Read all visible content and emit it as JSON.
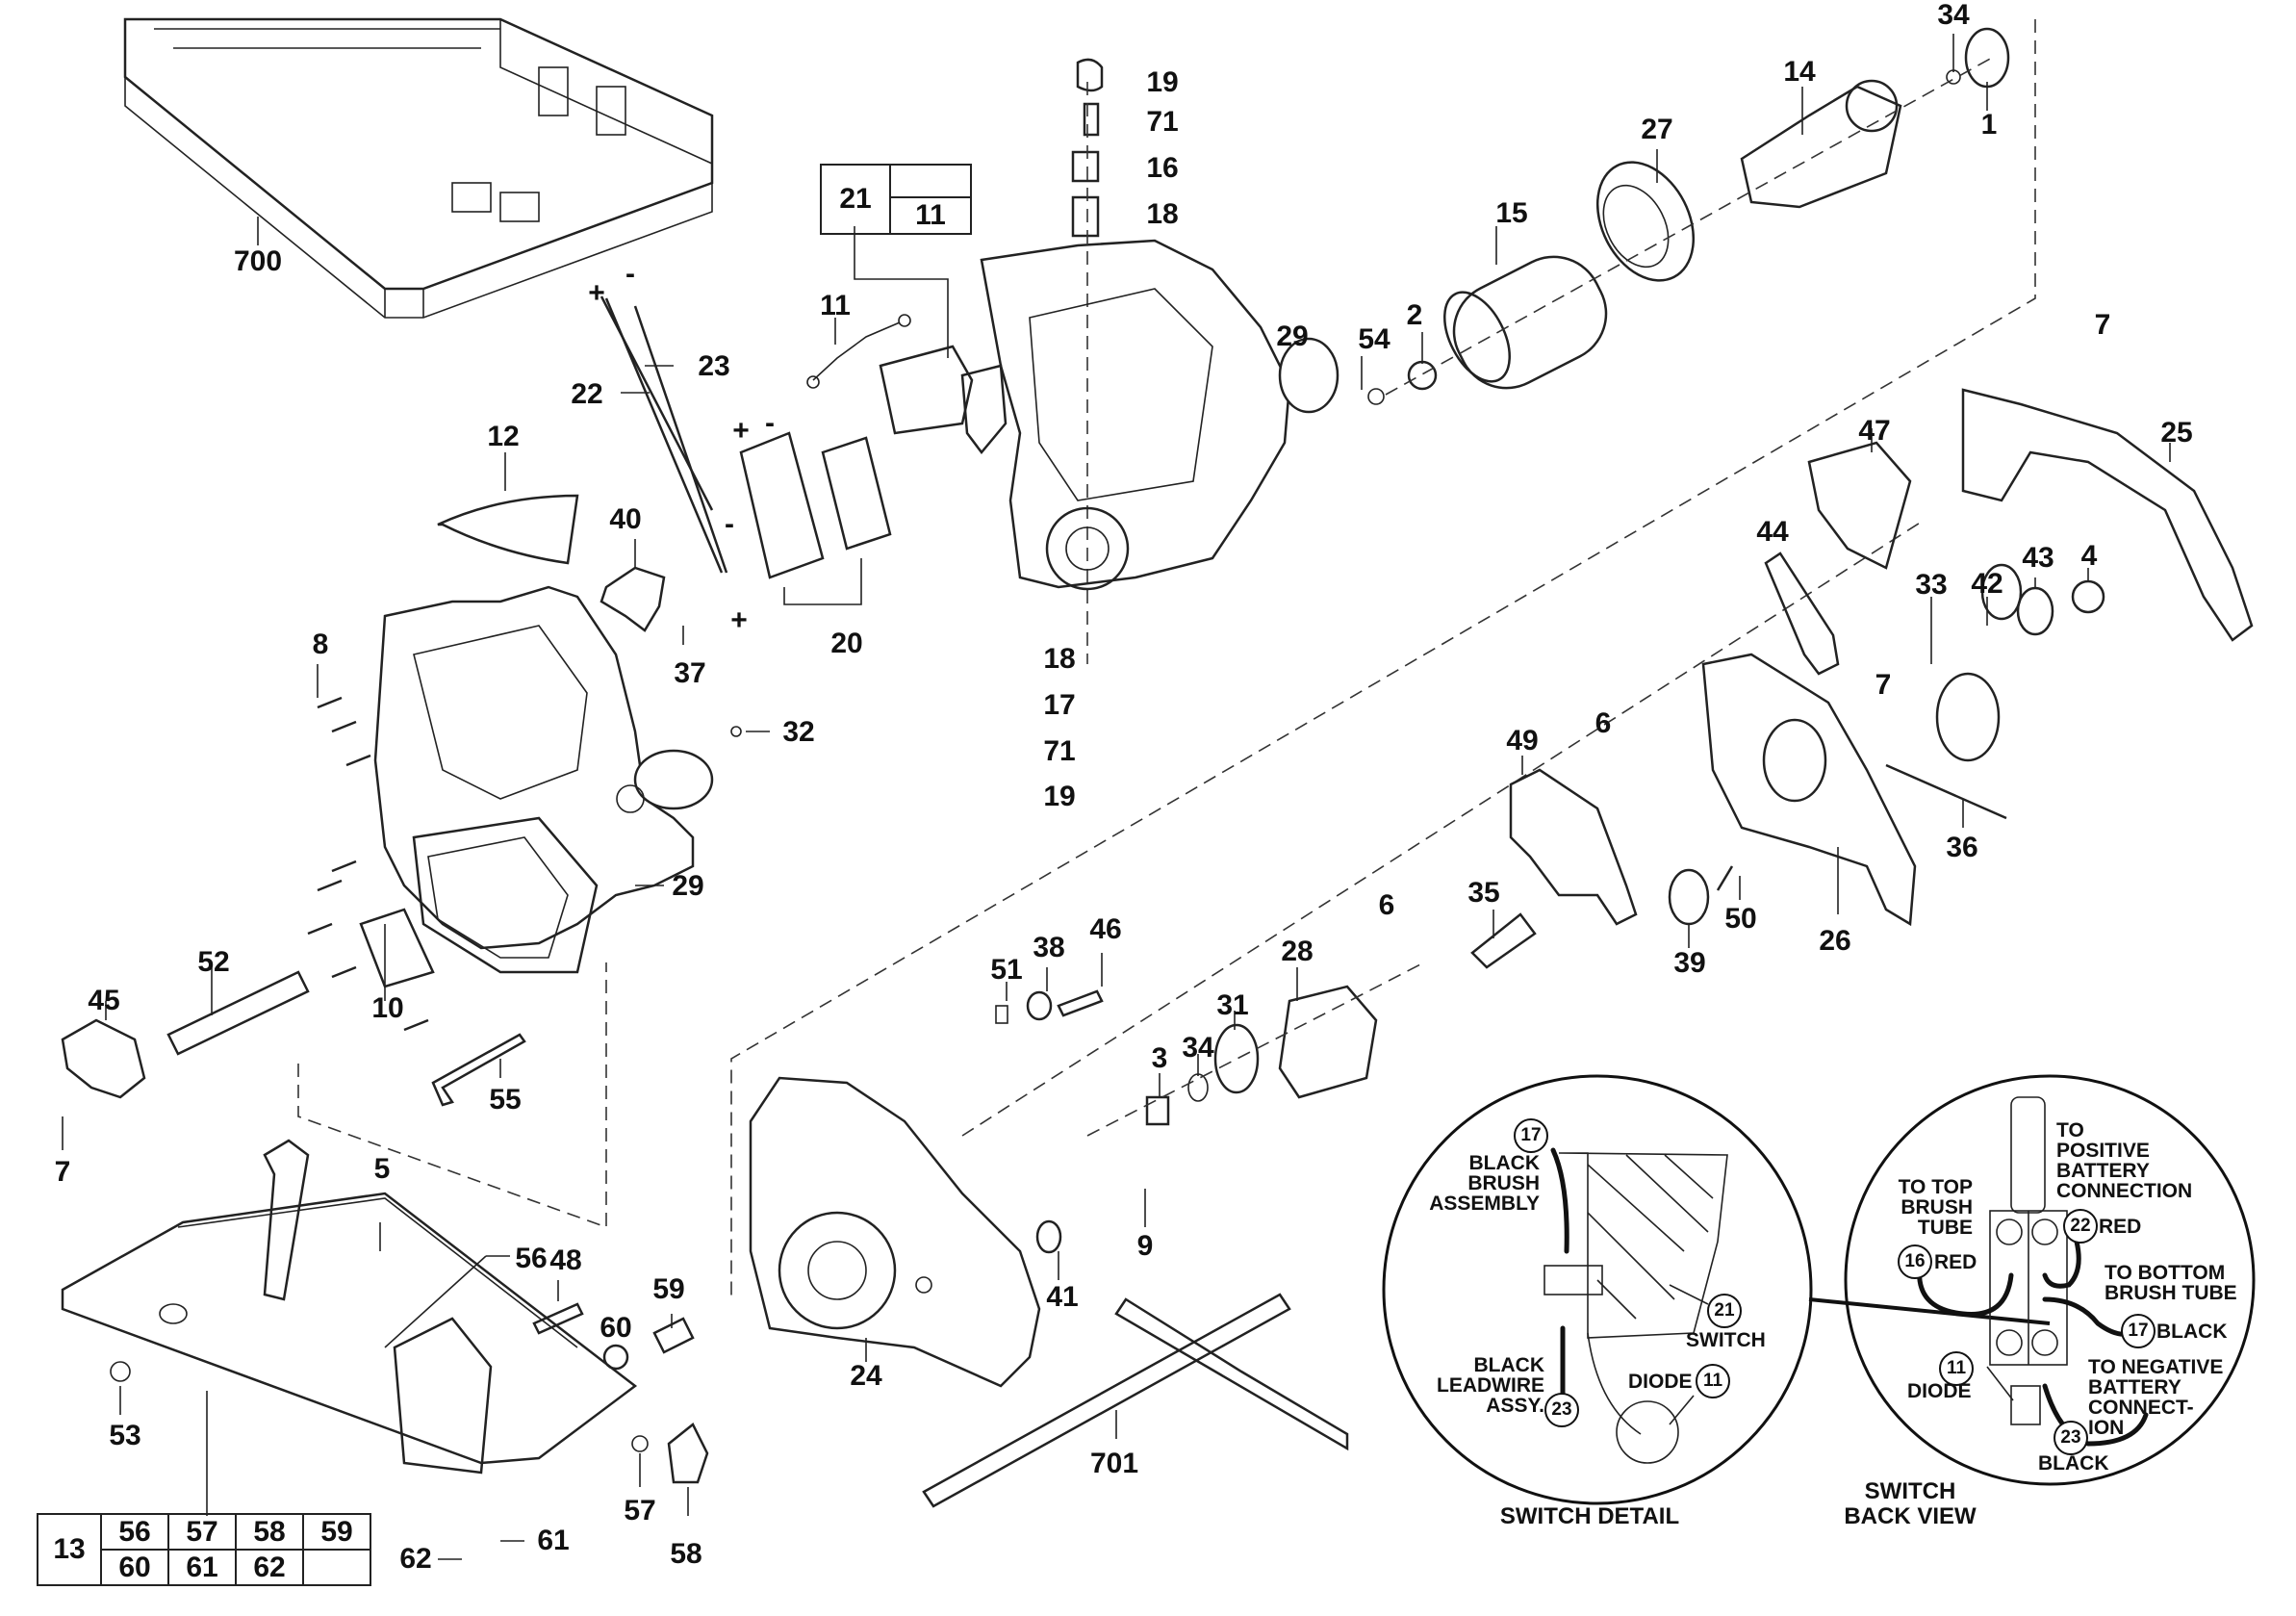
{
  "diagram": {
    "type": "exploded-parts-diagram",
    "subject": "cordless circular saw",
    "part_labels": [
      {
        "id": "p700",
        "text": "700"
      },
      {
        "id": "p701",
        "text": "701"
      },
      {
        "id": "p19a",
        "text": "19"
      },
      {
        "id": "p71a",
        "text": "71"
      },
      {
        "id": "p16",
        "text": "16"
      },
      {
        "id": "p18a",
        "text": "18"
      },
      {
        "id": "p18b",
        "text": "18"
      },
      {
        "id": "p17",
        "text": "17"
      },
      {
        "id": "p71b",
        "text": "71"
      },
      {
        "id": "p19b",
        "text": "19"
      },
      {
        "id": "p34a",
        "text": "34"
      },
      {
        "id": "p1",
        "text": "1"
      },
      {
        "id": "p14",
        "text": "14"
      },
      {
        "id": "p27",
        "text": "27"
      },
      {
        "id": "p15",
        "text": "15"
      },
      {
        "id": "p2",
        "text": "2"
      },
      {
        "id": "p54",
        "text": "54"
      },
      {
        "id": "p29a",
        "text": "29"
      },
      {
        "id": "p11",
        "text": "11"
      },
      {
        "id": "p22",
        "text": "22"
      },
      {
        "id": "p23",
        "text": "23"
      },
      {
        "id": "p20",
        "text": "20"
      },
      {
        "id": "p12",
        "text": "12"
      },
      {
        "id": "p40",
        "text": "40"
      },
      {
        "id": "p37",
        "text": "37"
      },
      {
        "id": "p8",
        "text": "8"
      },
      {
        "id": "p32",
        "text": "32"
      },
      {
        "id": "p29b",
        "text": "29"
      },
      {
        "id": "p52",
        "text": "52"
      },
      {
        "id": "p45",
        "text": "45"
      },
      {
        "id": "p10",
        "text": "10"
      },
      {
        "id": "p55",
        "text": "55"
      },
      {
        "id": "p7a",
        "text": "7"
      },
      {
        "id": "p7b",
        "text": "7"
      },
      {
        "id": "p7c",
        "text": "7"
      },
      {
        "id": "p25",
        "text": "25"
      },
      {
        "id": "p47",
        "text": "47"
      },
      {
        "id": "p44",
        "text": "44"
      },
      {
        "id": "p4",
        "text": "4"
      },
      {
        "id": "p43",
        "text": "43"
      },
      {
        "id": "p42",
        "text": "42"
      },
      {
        "id": "p33",
        "text": "33"
      },
      {
        "id": "p36",
        "text": "36"
      },
      {
        "id": "p26",
        "text": "26"
      },
      {
        "id": "p49",
        "text": "49"
      },
      {
        "id": "p6a",
        "text": "6"
      },
      {
        "id": "p6b",
        "text": "6"
      },
      {
        "id": "p35",
        "text": "35"
      },
      {
        "id": "p39",
        "text": "39"
      },
      {
        "id": "p50",
        "text": "50"
      },
      {
        "id": "p28",
        "text": "28"
      },
      {
        "id": "p31",
        "text": "31"
      },
      {
        "id": "p34b",
        "text": "34"
      },
      {
        "id": "p3",
        "text": "3"
      },
      {
        "id": "p51",
        "text": "51"
      },
      {
        "id": "p38",
        "text": "38"
      },
      {
        "id": "p46",
        "text": "46"
      },
      {
        "id": "p9",
        "text": "9"
      },
      {
        "id": "p41",
        "text": "41"
      },
      {
        "id": "p24",
        "text": "24"
      },
      {
        "id": "p5",
        "text": "5"
      },
      {
        "id": "p56",
        "text": "56"
      },
      {
        "id": "p48",
        "text": "48"
      },
      {
        "id": "p59",
        "text": "59"
      },
      {
        "id": "p60",
        "text": "60"
      },
      {
        "id": "p53",
        "text": "53"
      },
      {
        "id": "p57",
        "text": "57"
      },
      {
        "id": "p58",
        "text": "58"
      },
      {
        "id": "p61",
        "text": "61"
      },
      {
        "id": "p62",
        "text": "62"
      }
    ],
    "polarity_marks": [
      {
        "id": "m1",
        "text": "+"
      },
      {
        "id": "m2",
        "text": "-"
      },
      {
        "id": "m3",
        "text": "-"
      },
      {
        "id": "m4",
        "text": "+"
      },
      {
        "id": "m5",
        "text": "+"
      },
      {
        "id": "m6",
        "text": "-"
      }
    ],
    "kit_switch": {
      "main": "21",
      "parts": [
        "",
        "11"
      ]
    },
    "kit_base": {
      "main": "13",
      "row1": [
        "56",
        "57",
        "58",
        "59"
      ],
      "row2": [
        "60",
        "61",
        "62",
        ""
      ]
    },
    "switch_detail": {
      "title": "SWITCH DETAIL",
      "callouts": [
        {
          "num": "17",
          "text": "BLACK\nBRUSH\nASSEMBLY"
        },
        {
          "num": "21",
          "text": "SWITCH"
        },
        {
          "num": "11",
          "text": "DIODE"
        },
        {
          "num": "23",
          "text": "BLACK\nLEADWIRE\nASSY."
        }
      ]
    },
    "switch_back_view": {
      "title": "SWITCH\nBACK VIEW",
      "callouts": [
        {
          "num": "",
          "text": "TO\nPOSITIVE\nBATTERY\nCONNECTION"
        },
        {
          "num": "22",
          "text": "RED"
        },
        {
          "num": "",
          "text": "TO TOP\nBRUSH\nTUBE"
        },
        {
          "num": "16",
          "text": "RED"
        },
        {
          "num": "",
          "text": "TO BOTTOM\nBRUSH TUBE"
        },
        {
          "num": "17",
          "text": "BLACK"
        },
        {
          "num": "11",
          "text": "DIODE"
        },
        {
          "num": "",
          "text": "TO NEGATIVE\nBATTERY\nCONNECT-\nION"
        },
        {
          "num": "23",
          "text": "BLACK"
        }
      ]
    }
  }
}
